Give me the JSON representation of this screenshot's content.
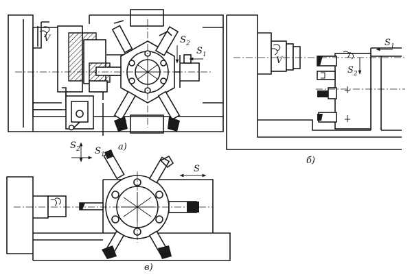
{
  "labels": {
    "a": {
      "V": "V",
      "S1": "S",
      "S1_sub": "1",
      "S2": "S",
      "S2_sub": "2",
      "S2_bottom": "S",
      "S2_bottom_sub": "2",
      "S1_bottom": "S",
      "S1_bottom_sub": "1",
      "caption": "а)"
    },
    "b": {
      "V": "V",
      "S1": "S",
      "S1_sub": "1",
      "S2": "S",
      "S2_sub": "2",
      "caption": "б)"
    },
    "c": {
      "S": "S",
      "caption": "в)"
    }
  },
  "colors": {
    "ink": "#1a1a1a",
    "paper": "#ffffff"
  }
}
